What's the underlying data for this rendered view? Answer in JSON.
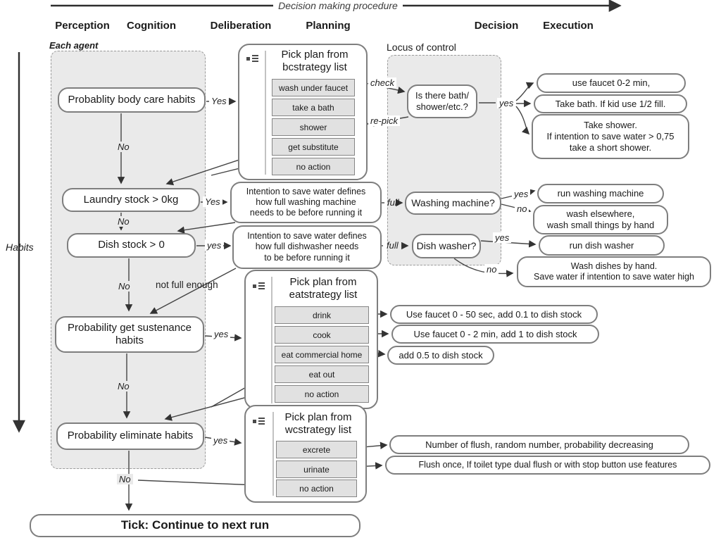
{
  "header": {
    "procedure": "Decision making procedure",
    "stages": [
      "Perception",
      "Cognition",
      "Deliberation",
      "Planning",
      "Decision",
      "Execution"
    ]
  },
  "labels": {
    "each_agent": "Each agent",
    "habits": "Habits",
    "locus": "Locus of control",
    "yes_bodycare": "Yes",
    "no_bodycare": "No",
    "yes_laundry": "Yes",
    "no_laundry": "No",
    "yes_dish": "yes",
    "no_dish": "No",
    "yes_sustenance": "yes",
    "no_sustenance": "No",
    "yes_eliminate": "yes",
    "no_eliminate": "No",
    "check": "check",
    "repick": "re-pick",
    "full_washing": "full",
    "full_dish": "full",
    "yes_bath": "yes",
    "yes_washing": "yes",
    "no_washing": "no",
    "yes_dishwasher": "yes",
    "no_dishwasher": "no",
    "not_full": "not full enough"
  },
  "nodes": {
    "body_care": "Probablity body care habits",
    "laundry": "Laundry stock > 0kg",
    "dish_stock": "Dish stock > 0",
    "sustenance": "Probability get sustenance\nhabits",
    "eliminate": "Probability eliminate habits",
    "tick": "Tick: Continue to next run",
    "bath_question": "Is there bath/\nshower/etc.?",
    "washing_question": "Washing machine?",
    "dishwasher_question": "Dish washer?",
    "intention_washing": "Intention to save water defines\nhow full washing machine\nneeds to be before running it",
    "intention_dishwasher": "Intention to save water defines\nhow full dishwasher needs\nto be before running it"
  },
  "strategies": {
    "bc": {
      "title": "Pick plan from\nbcstrategy list",
      "items": [
        "wash under faucet",
        "take a bath",
        "shower",
        "get substitute",
        "no action"
      ]
    },
    "eat": {
      "title": "Pick plan from\neatstrategy list",
      "items": [
        "drink",
        "cook",
        "eat commercial home",
        "eat out",
        "no action"
      ]
    },
    "wc": {
      "title": "Pick plan from\nwcstrategy list",
      "items": [
        "excrete",
        "urinate",
        "no action"
      ]
    }
  },
  "outcomes": {
    "faucet": "use faucet 0-2 min,",
    "bath": "Take bath. If kid use 1/2 fill.",
    "shower": "Take shower.\nIf intention to save water > 0,75\ntake a short shower.",
    "run_washing": "run washing machine",
    "wash_elsewhere": "wash elsewhere,\nwash small things by hand",
    "run_dishwasher": "run dish washer",
    "wash_by_hand": "Wash dishes by hand.\nSave water if intention to save water high",
    "drink": "Use faucet 0 - 50 sec, add 0.1 to dish stock",
    "cook": "Use faucet 0 - 2 min, add 1 to dish stock",
    "eat_home": "add 0.5 to dish stock",
    "excrete": "Number of flush, random number, probability decreasing",
    "urinate": "Flush once, If toilet type dual flush or with stop button use features"
  },
  "colors": {
    "panel_fill": "#eaeaea",
    "box_border": "#7e7e7e",
    "item_fill": "#e1e1e1",
    "line": "#454545"
  }
}
